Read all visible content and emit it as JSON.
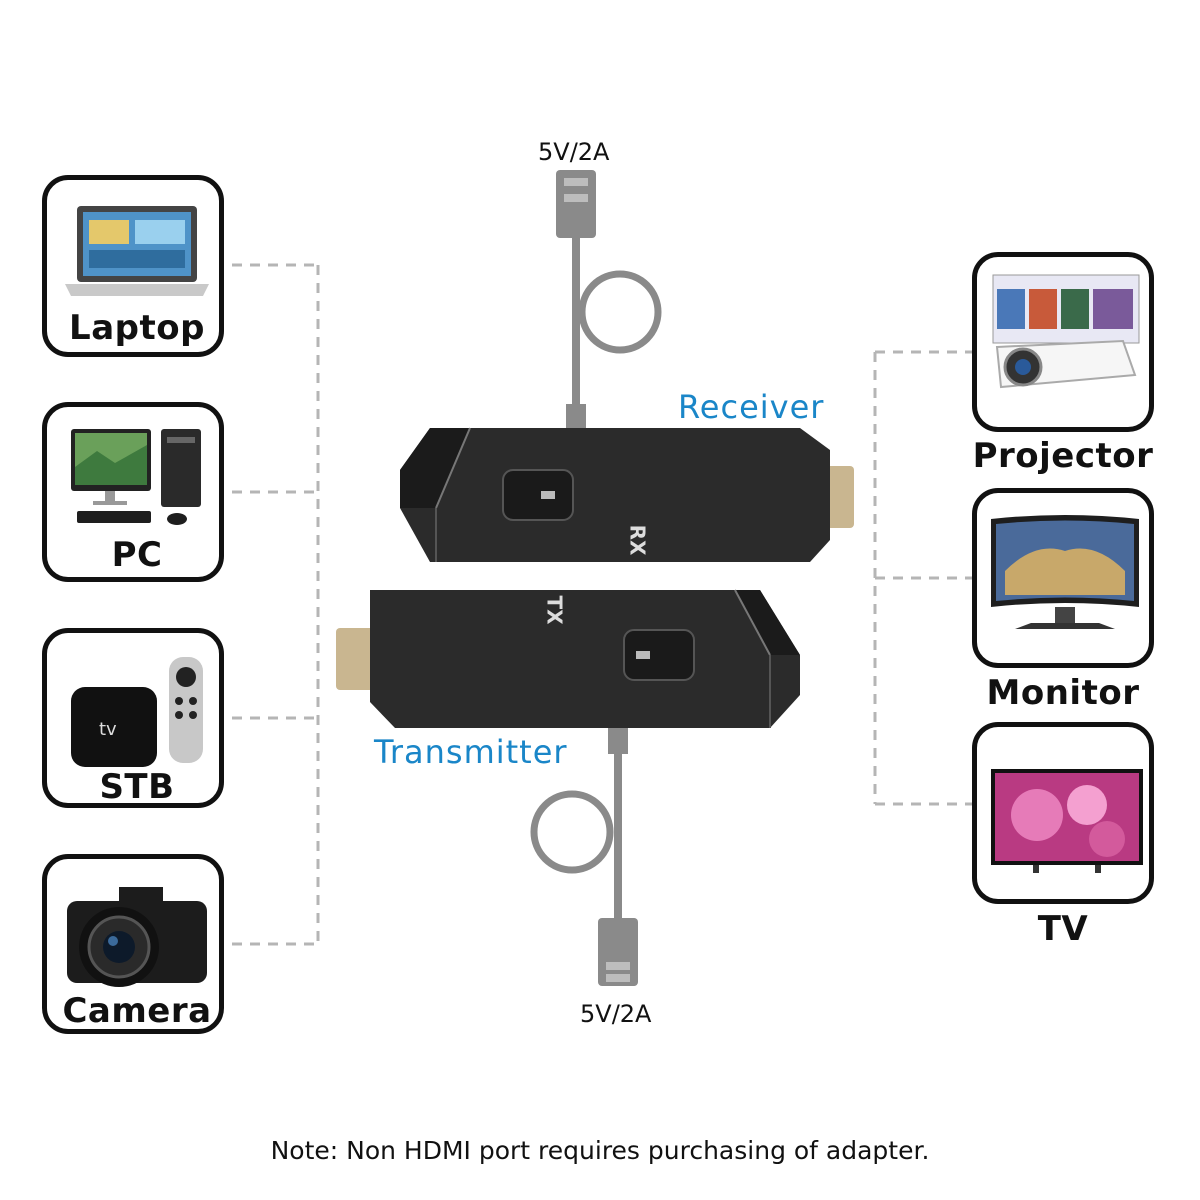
{
  "sources": [
    {
      "label": "Laptop",
      "icon": "laptop-icon"
    },
    {
      "label": "PC",
      "icon": "desktop-pc-icon"
    },
    {
      "label": "STB",
      "icon": "set-top-box-icon"
    },
    {
      "label": "Camera",
      "icon": "camera-icon"
    }
  ],
  "displays": [
    {
      "label": "Projector",
      "icon": "projector-icon"
    },
    {
      "label": "Monitor",
      "icon": "monitor-icon"
    },
    {
      "label": "TV",
      "icon": "tv-icon"
    }
  ],
  "receiver": {
    "label": "Receiver",
    "marking": "RX",
    "power": "5V/2A"
  },
  "transmitter": {
    "label": "Transmitter",
    "marking": "TX",
    "power": "5V/2A"
  },
  "note": "Note: Non HDMI port requires purchasing of adapter.",
  "colors": {
    "accent": "#1a86c8",
    "cable": "#8a8a8a",
    "device_body": "#2b2b2b",
    "connector": "#c9b690",
    "dash": "#b5b5b5"
  }
}
